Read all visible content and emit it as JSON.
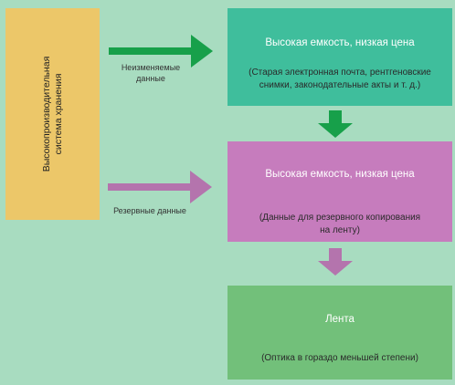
{
  "storage": {
    "line1": "Высокопроизводительная",
    "line2": "система хранения"
  },
  "tiers": [
    {
      "title": "Высокая емкость, низкая цена",
      "desc_line1": "(Старая электронная почта, рентгеновские",
      "desc_line2": "снимки, законодательные акты и т. д.)"
    },
    {
      "title": "Высокая емкость, низкая цена",
      "desc_line1": "(Данные для резервного копирования",
      "desc_line2": "на ленту)"
    },
    {
      "title": "Лента",
      "desc_line1": "(Оптика в гораздо меньшей степени)"
    }
  ],
  "flows": {
    "immutable_line1": "Неизменяемые",
    "immutable_line2": "данные",
    "backup": "Резервные данные"
  },
  "colors": {
    "background": "#a8dcc0",
    "storage": "#ecc769",
    "tier1": "#3fbe9c",
    "tier2": "#c67cbd",
    "tier3": "#72c07a",
    "green_arrow": "#17a04a",
    "purple_arrow": "#b474ad"
  }
}
